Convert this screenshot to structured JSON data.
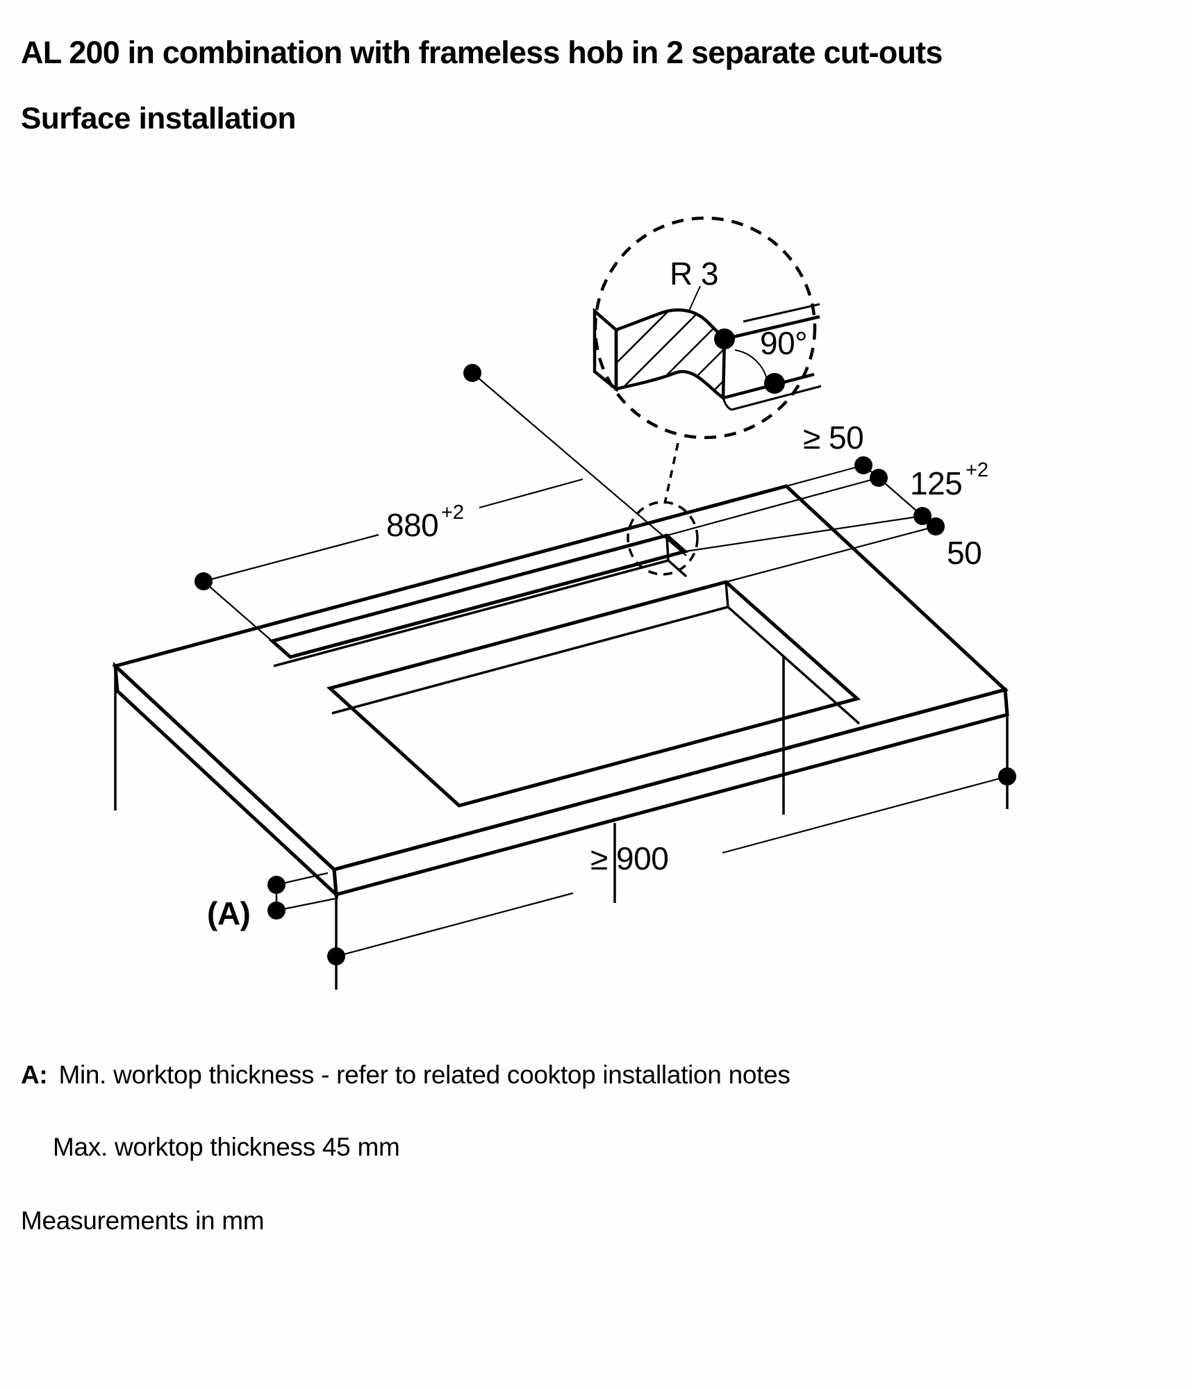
{
  "page": {
    "title": "AL 200 in combination with frameless hob in 2 separate cut-outs",
    "subtitle": "Surface installation"
  },
  "detail_view": {
    "radius_label": "R 3",
    "angle_label": "90°"
  },
  "dimensions": {
    "back_clearance": "≥ 50",
    "slot_width_value": "125",
    "slot_width_tolerance": "+2",
    "slot_to_hob_gap": "50",
    "slot_length_value": "880",
    "slot_length_tolerance": "+2",
    "worktop_front_min": "≥ 900",
    "thickness_label": "(A)"
  },
  "notes": {
    "marker": "A:",
    "min_thickness": "Min. worktop thickness - refer to related cooktop installation notes",
    "max_thickness": "Max. worktop thickness 45 mm",
    "units": "Measurements in mm"
  },
  "colors": {
    "ink": "#000000",
    "background": "#fefefe"
  }
}
